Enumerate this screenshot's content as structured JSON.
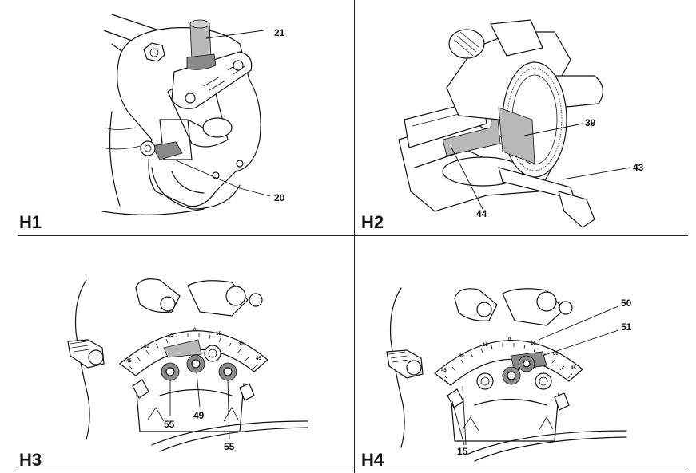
{
  "figures": [
    {
      "id": "H1",
      "label": "H1",
      "callouts": [
        "21",
        "20"
      ]
    },
    {
      "id": "H2",
      "label": "H2",
      "callouts": [
        "39",
        "43",
        "44"
      ]
    },
    {
      "id": "H3",
      "label": "H3",
      "callouts": [
        "55",
        "49",
        "55"
      ],
      "scale_marks": [
        "45",
        "30",
        "15",
        "0",
        "15",
        "30",
        "45"
      ]
    },
    {
      "id": "H4",
      "label": "H4",
      "callouts": [
        "50",
        "51",
        "15"
      ],
      "scale_marks": [
        "45",
        "30",
        "15",
        "0",
        "15",
        "30",
        "45"
      ]
    }
  ]
}
